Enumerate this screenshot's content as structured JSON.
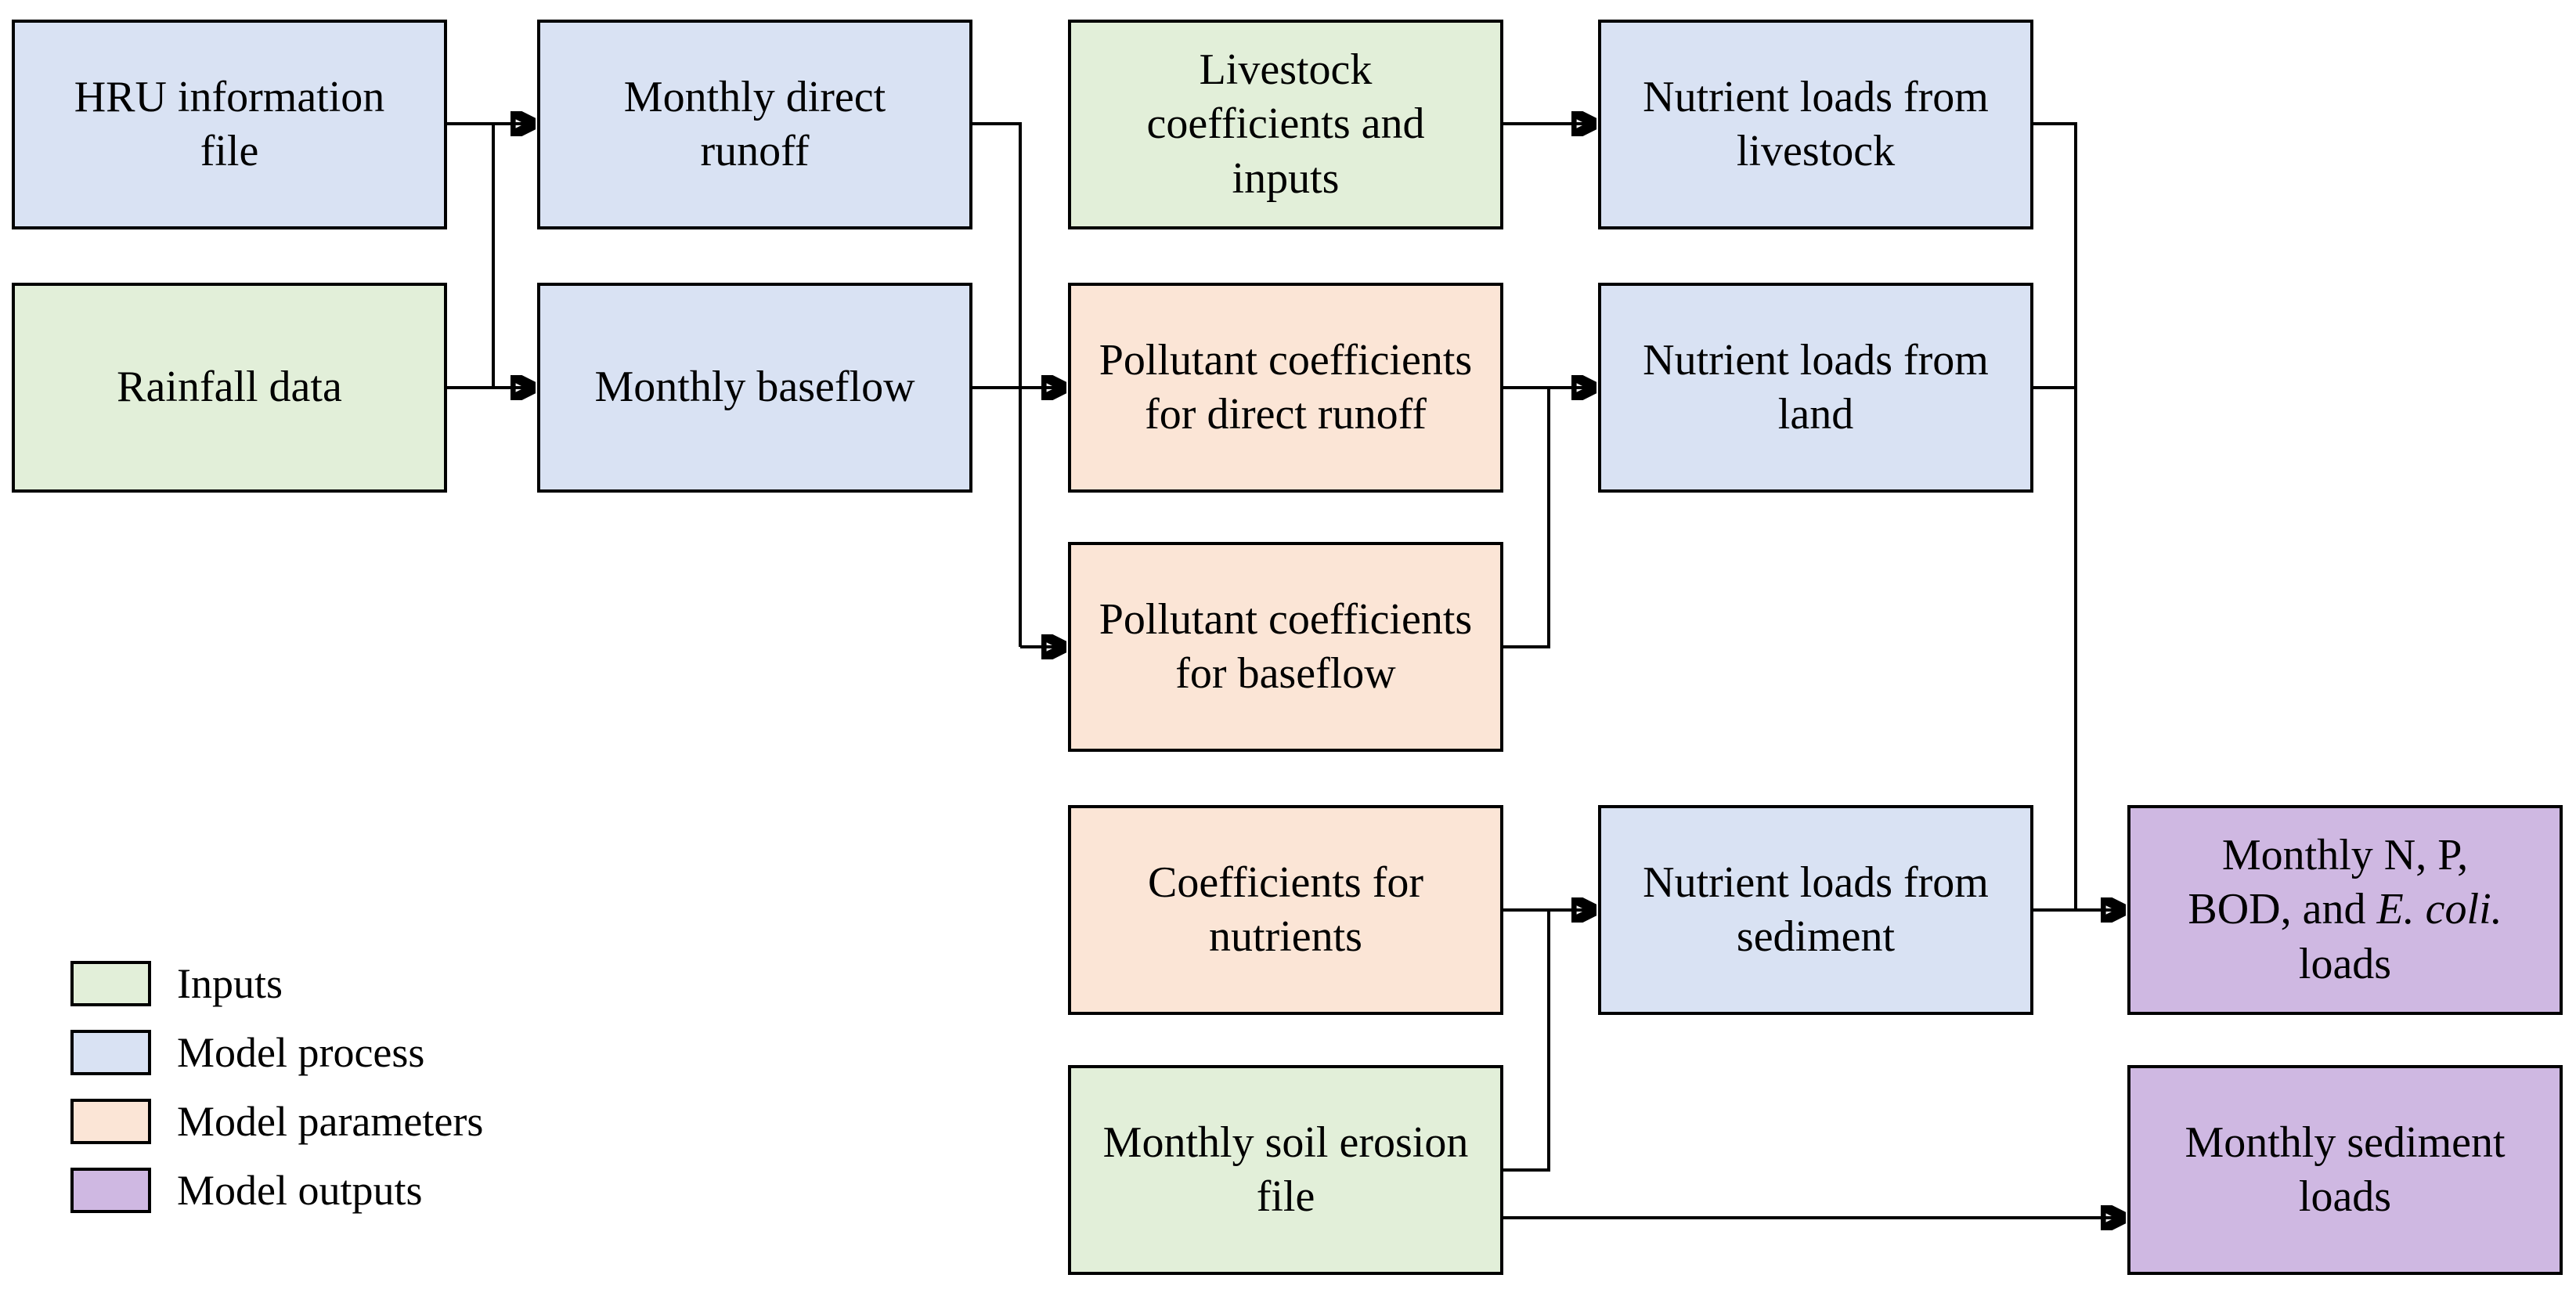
{
  "palette": {
    "input": "#e2efd9",
    "process": "#d9e2f3",
    "parameter": "#fbe5d6",
    "output": "#cfb8e2",
    "line": "#000000",
    "border": "#000000",
    "background": "#ffffff"
  },
  "nodes": {
    "hru": {
      "label": "HRU information file",
      "type": "process"
    },
    "rainfall": {
      "label": "Rainfall data",
      "type": "input"
    },
    "direct_runoff": {
      "label": "Monthly direct runoff",
      "type": "process"
    },
    "baseflow": {
      "label": "Monthly baseflow",
      "type": "process"
    },
    "livestock_coeff": {
      "label": "Livestock coefficients and inputs",
      "type": "input"
    },
    "poll_direct": {
      "label": "Pollutant coefficients for direct runoff",
      "type": "parameter"
    },
    "poll_base": {
      "label": "Pollutant coefficients for baseflow",
      "type": "parameter"
    },
    "coeff_nutrients": {
      "label": "Coefficients for nutrients",
      "type": "parameter"
    },
    "soil_erosion": {
      "label": "Monthly soil erosion file",
      "type": "input"
    },
    "loads_livestock": {
      "label": "Nutrient loads from livestock",
      "type": "process"
    },
    "loads_land": {
      "label": "Nutrient loads from land",
      "type": "process"
    },
    "loads_sediment": {
      "label": "Nutrient loads from sediment",
      "type": "process"
    },
    "out_npbod": {
      "prefix": "Monthly N, P, BOD, and ",
      "italic": "E. coli.",
      "suffix": " loads",
      "type": "output"
    },
    "out_sediment": {
      "label": "Monthly sediment loads",
      "type": "output"
    }
  },
  "edges": [
    {
      "from": "hru",
      "to": "direct_runoff"
    },
    {
      "from": "hru",
      "to": "baseflow"
    },
    {
      "from": "rainfall",
      "to": "direct_runoff"
    },
    {
      "from": "rainfall",
      "to": "baseflow"
    },
    {
      "from": "direct_runoff",
      "to": "poll_direct"
    },
    {
      "from": "direct_runoff",
      "to": "poll_base"
    },
    {
      "from": "baseflow",
      "to": "poll_direct"
    },
    {
      "from": "baseflow",
      "to": "poll_base"
    },
    {
      "from": "livestock_coeff",
      "to": "loads_livestock"
    },
    {
      "from": "poll_direct",
      "to": "loads_land"
    },
    {
      "from": "poll_base",
      "to": "loads_land"
    },
    {
      "from": "coeff_nutrients",
      "to": "loads_sediment"
    },
    {
      "from": "soil_erosion",
      "to": "loads_sediment"
    },
    {
      "from": "soil_erosion",
      "to": "out_sediment"
    },
    {
      "from": "loads_livestock",
      "to": "out_npbod"
    },
    {
      "from": "loads_land",
      "to": "out_npbod"
    },
    {
      "from": "loads_sediment",
      "to": "out_npbod"
    }
  ],
  "legend": {
    "items": [
      {
        "label": "Inputs",
        "color": "#e2efd9"
      },
      {
        "label": "Model process",
        "color": "#d9e2f3"
      },
      {
        "label": "Model parameters",
        "color": "#fbe5d6"
      },
      {
        "label": "Model outputs",
        "color": "#cfb8e2"
      }
    ]
  }
}
